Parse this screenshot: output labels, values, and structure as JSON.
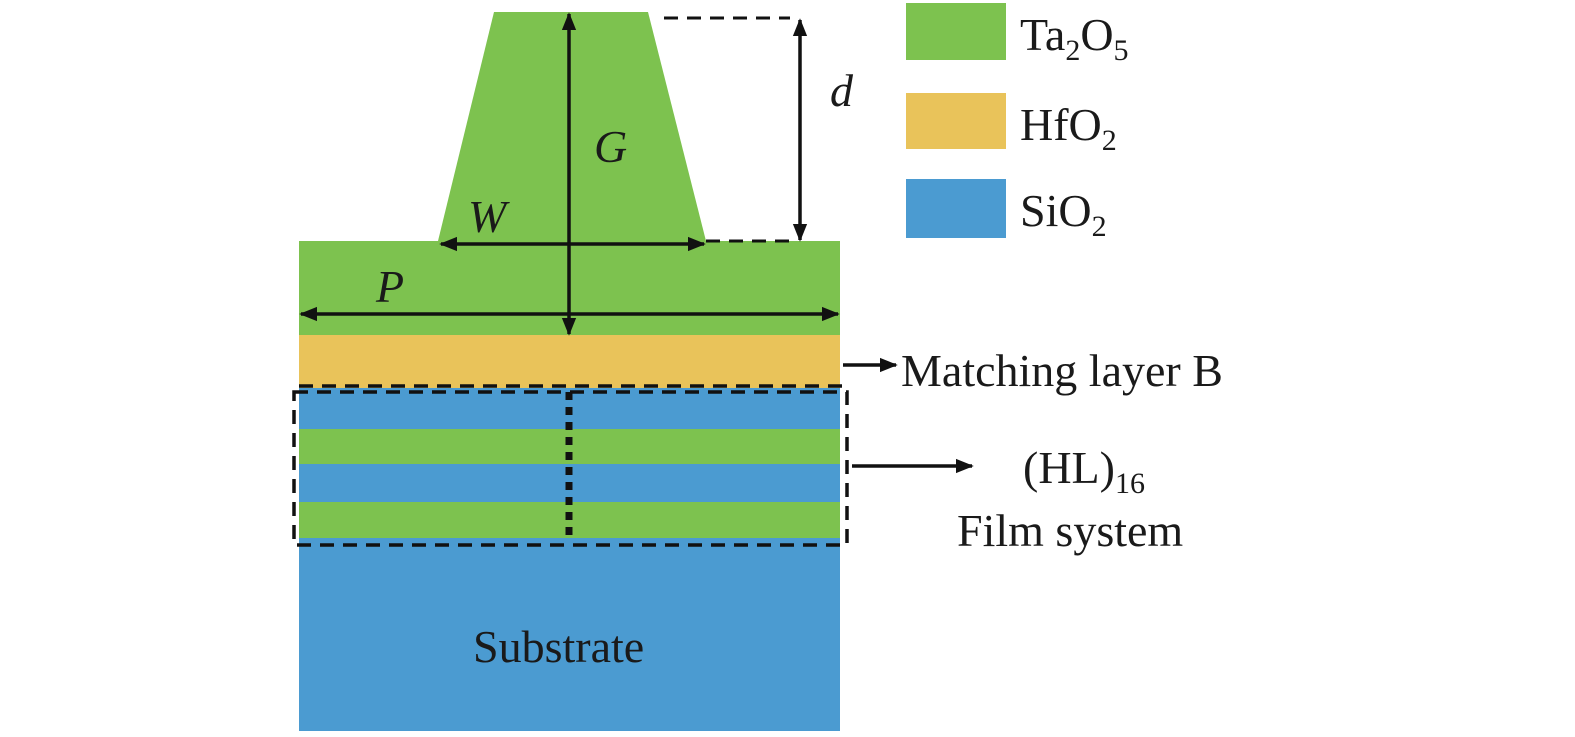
{
  "colors": {
    "ta2o5": "#7dc24f",
    "hfo2": "#e9c35a",
    "sio2": "#4b9bd1",
    "line": "#111111"
  },
  "legend": [
    {
      "id": "ta2o5",
      "base": "Ta",
      "sub1": "2",
      "mid": "O",
      "sub2": "5"
    },
    {
      "id": "hfo2",
      "base": "HfO",
      "sub1": "2",
      "mid": "",
      "sub2": ""
    },
    {
      "id": "sio2",
      "base": "SiO",
      "sub1": "2",
      "mid": "",
      "sub2": ""
    }
  ],
  "dimensions": {
    "d": "d",
    "G": "G",
    "W": "W",
    "P": "P"
  },
  "labels": {
    "matching_layer": "Matching layer B",
    "film_system_formula": "(HL)",
    "film_system_sub": "16",
    "film_system_name": "Film system",
    "substrate": "Substrate"
  }
}
